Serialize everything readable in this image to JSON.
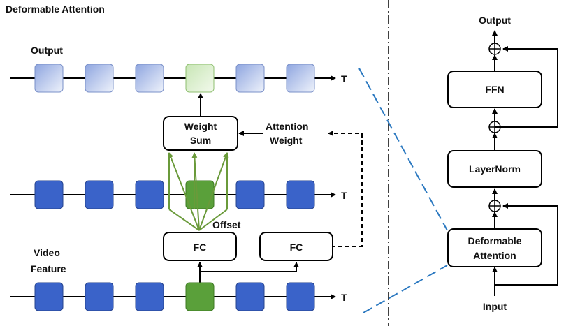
{
  "left": {
    "title": "Deformable Attention",
    "output_label": "Output",
    "time_label": "T",
    "weight_sum_line1": "Weight",
    "weight_sum_line2": "Sum",
    "attention_weight_line1": "Attention",
    "attention_weight_line2": "Weight",
    "offset_label": "Offset",
    "fc_left": "FC",
    "fc_right": "FC",
    "video_feature_line1": "Video",
    "video_feature_line2": "Feature"
  },
  "right": {
    "output_label": "Output",
    "ffn_label": "FFN",
    "layernorm_label": "LayerNorm",
    "deformable_line1": "Deformable",
    "deformable_line2": "Attention",
    "input_label": "Input"
  },
  "colors": {
    "node_blue": "#3a63c9",
    "node_green": "#5aa03a",
    "output_light_green": "#e2f1d6",
    "offset_arrow": "#6a9a3a",
    "dash_blue": "#2a78c0"
  }
}
